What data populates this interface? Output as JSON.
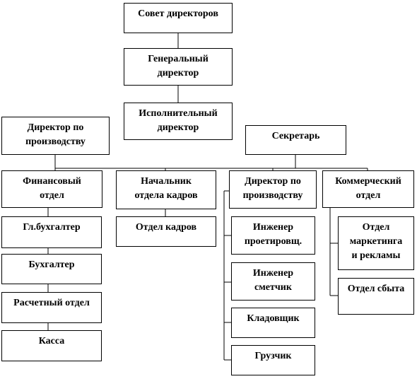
{
  "nodes": {
    "board": "Совет директоров",
    "general_director": "Генеральный\nдиректор",
    "executive_director": "Исполнительный\nдиректор",
    "production_director_top": "Директор по\nпроизводству",
    "secretary": "Секретарь",
    "financial_dept": "Финансовый\nотдел",
    "hr_head": "Начальник\nотдела кадров",
    "production_director": "Директор по\nпроизводству",
    "commercial_dept": "Коммерческий\nотдел",
    "chief_accountant": "Гл.бухгалтер",
    "accountant": "Бухгалтер",
    "settlement_dept": "Расчетный отдел",
    "cashier": "Касса",
    "hr_dept": "Отдел кадров",
    "design_engineer": "Инженер\nпроетировщ.",
    "estimator_engineer": "Инженер\nсметчик",
    "storekeeper": "Кладовщик",
    "loader": "Грузчик",
    "marketing_dept": "Отдел\nмаркетинга\nи рекламы",
    "sales_dept": "Отдел сбыта"
  }
}
